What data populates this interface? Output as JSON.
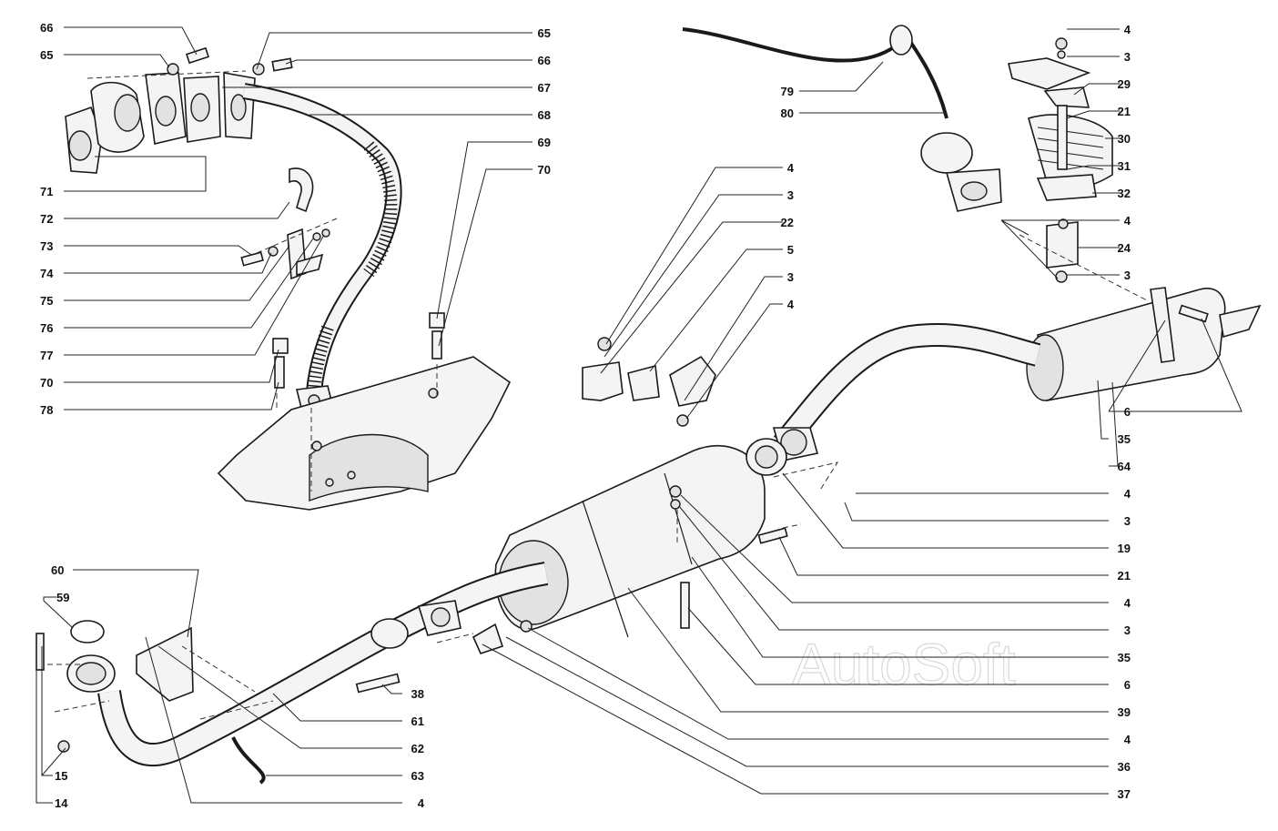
{
  "watermark": "AutoSoft",
  "callouts": [
    {
      "id": "c66a",
      "text": "66"
    },
    {
      "id": "c65a",
      "text": "65"
    },
    {
      "id": "c65b",
      "text": "65"
    },
    {
      "id": "c66b",
      "text": "66"
    },
    {
      "id": "c67",
      "text": "67"
    },
    {
      "id": "c68",
      "text": "68"
    },
    {
      "id": "c69",
      "text": "69"
    },
    {
      "id": "c70a",
      "text": "70"
    },
    {
      "id": "c71",
      "text": "71"
    },
    {
      "id": "c72",
      "text": "72"
    },
    {
      "id": "c73",
      "text": "73"
    },
    {
      "id": "c74",
      "text": "74"
    },
    {
      "id": "c75",
      "text": "75"
    },
    {
      "id": "c76",
      "text": "76"
    },
    {
      "id": "c77",
      "text": "77"
    },
    {
      "id": "c70b",
      "text": "70"
    },
    {
      "id": "c78",
      "text": "78"
    },
    {
      "id": "c79",
      "text": "79"
    },
    {
      "id": "c80",
      "text": "80"
    },
    {
      "id": "c4a",
      "text": "4"
    },
    {
      "id": "c3a",
      "text": "3"
    },
    {
      "id": "c22",
      "text": "22"
    },
    {
      "id": "c5",
      "text": "5"
    },
    {
      "id": "c3b",
      "text": "3"
    },
    {
      "id": "c4b",
      "text": "4"
    },
    {
      "id": "c4c",
      "text": "4"
    },
    {
      "id": "c3c",
      "text": "3"
    },
    {
      "id": "c29",
      "text": "29"
    },
    {
      "id": "c21a",
      "text": "21"
    },
    {
      "id": "c30",
      "text": "30"
    },
    {
      "id": "c31",
      "text": "31"
    },
    {
      "id": "c32",
      "text": "32"
    },
    {
      "id": "c4d",
      "text": "4"
    },
    {
      "id": "c24",
      "text": "24"
    },
    {
      "id": "c3d",
      "text": "3"
    },
    {
      "id": "c6a",
      "text": "6"
    },
    {
      "id": "c35a",
      "text": "35"
    },
    {
      "id": "c64",
      "text": "64"
    },
    {
      "id": "c4e",
      "text": "4"
    },
    {
      "id": "c3e",
      "text": "3"
    },
    {
      "id": "c19",
      "text": "19"
    },
    {
      "id": "c21b",
      "text": "21"
    },
    {
      "id": "c4f",
      "text": "4"
    },
    {
      "id": "c3f",
      "text": "3"
    },
    {
      "id": "c35b",
      "text": "35"
    },
    {
      "id": "c6b",
      "text": "6"
    },
    {
      "id": "c39",
      "text": "39"
    },
    {
      "id": "c4g",
      "text": "4"
    },
    {
      "id": "c36",
      "text": "36"
    },
    {
      "id": "c37",
      "text": "37"
    },
    {
      "id": "c60",
      "text": "60"
    },
    {
      "id": "c59",
      "text": "59"
    },
    {
      "id": "c38",
      "text": "38"
    },
    {
      "id": "c61",
      "text": "61"
    },
    {
      "id": "c62",
      "text": "62"
    },
    {
      "id": "c63",
      "text": "63"
    },
    {
      "id": "c4h",
      "text": "4"
    },
    {
      "id": "c15",
      "text": "15"
    },
    {
      "id": "c14",
      "text": "14"
    }
  ]
}
